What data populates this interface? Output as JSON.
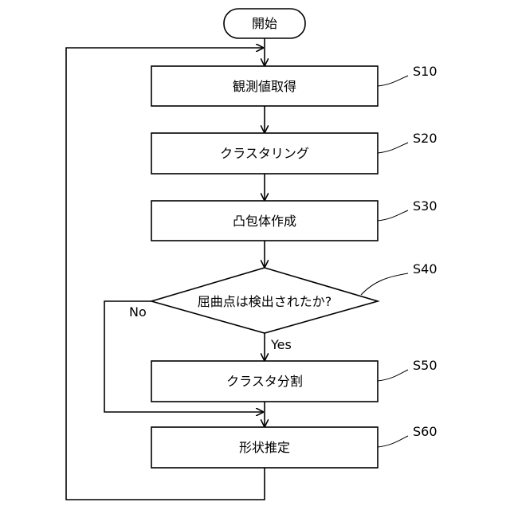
{
  "start": {
    "label": "開始"
  },
  "steps": [
    {
      "id": "S10",
      "label": "観測値取得"
    },
    {
      "id": "S20",
      "label": "クラスタリング"
    },
    {
      "id": "S30",
      "label": "凸包体作成"
    },
    {
      "id": "S40",
      "label": "屈曲点は検出されたか?"
    },
    {
      "id": "S50",
      "label": "クラスタ分割"
    },
    {
      "id": "S60",
      "label": "形状推定"
    }
  ],
  "branches": {
    "yes": "Yes",
    "no": "No"
  }
}
